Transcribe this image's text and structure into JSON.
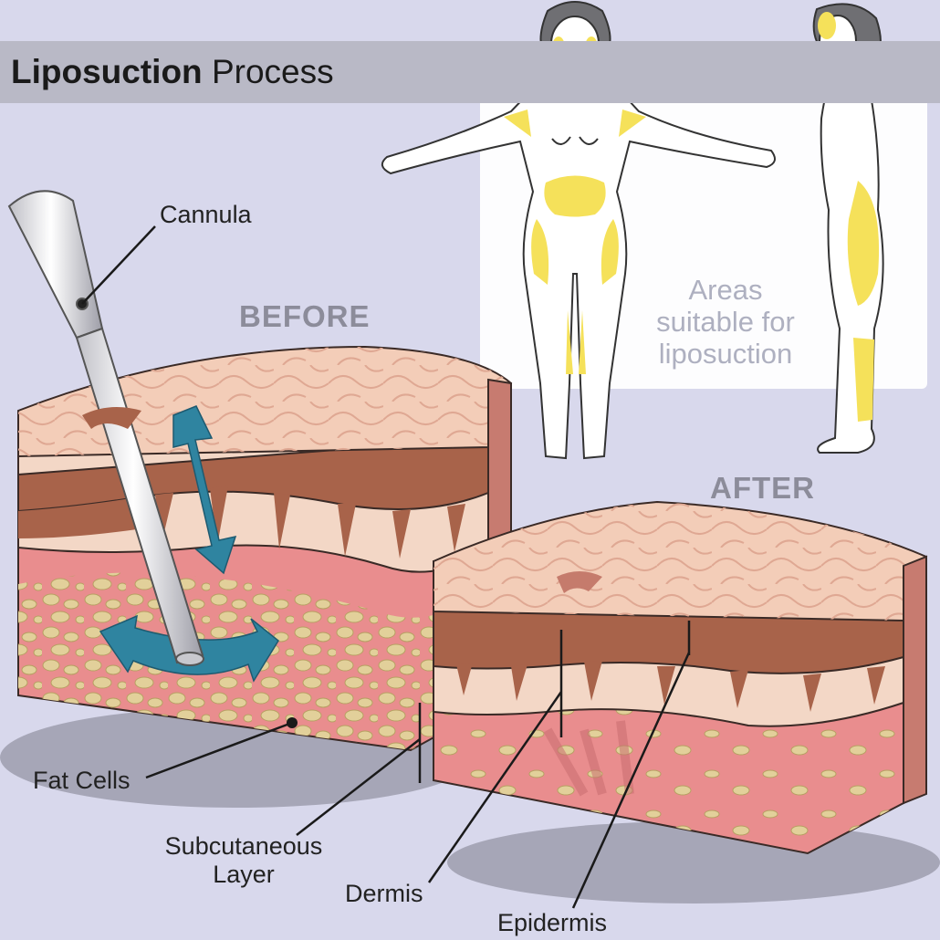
{
  "title": {
    "bold": "Liposuction",
    "regular": "Process"
  },
  "headings": {
    "before": "BEFORE",
    "after": "AFTER"
  },
  "callout": {
    "line1": "Areas",
    "line2": "suitable for",
    "line3": "liposuction"
  },
  "labels": {
    "cannula": "Cannula",
    "fat_cells": "Fat Cells",
    "subcutaneous_1": "Subcutaneous",
    "subcutaneous_2": "Layer",
    "dermis": "Dermis",
    "epidermis": "Epidermis"
  },
  "colors": {
    "background": "#d8d8ec",
    "title_bar": "#b9b9c6",
    "epidermis_top": "#f3cdb8",
    "dermis": "#a8634a",
    "subcutaneous": "#e98d8e",
    "fat": "#e2d09a",
    "arrow": "#2f84a0",
    "highlight": "#f5e15a"
  }
}
